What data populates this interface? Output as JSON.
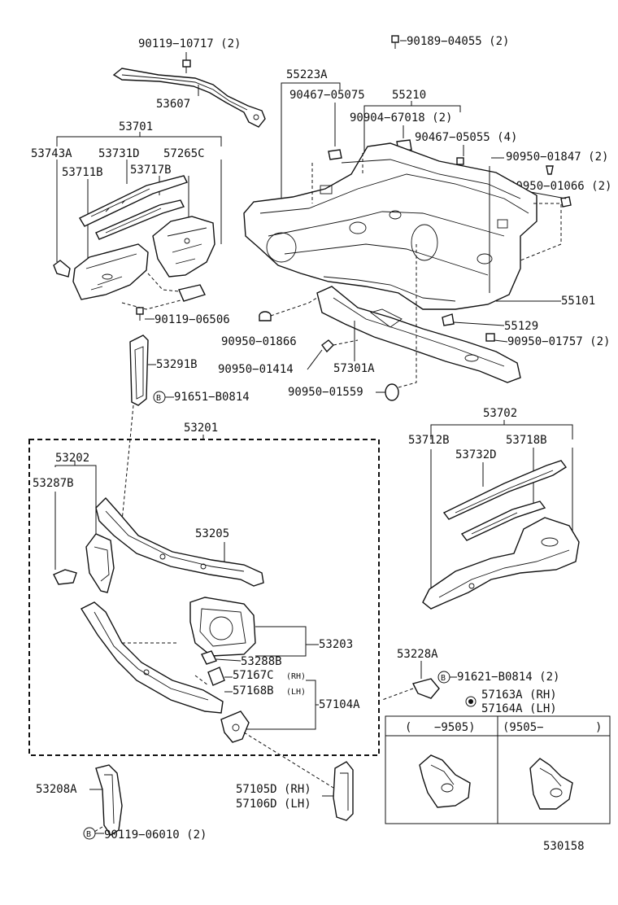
{
  "diagram_id": "530158",
  "labels": {
    "l_90119_10717": "90119−10717 (2)",
    "l_53607": "53607",
    "l_53701": "53701",
    "l_53743A": "53743A",
    "l_53731D": "53731D",
    "l_57265C": "57265C",
    "l_53711B": "53711B",
    "l_53717B": "53717B",
    "l_90119_06506": "90119−06506",
    "l_53291B": "53291B",
    "l_91651_B0814": "91651−B0814",
    "l_90189_04055": "90189−04055 (2)",
    "l_55223A": "55223A",
    "l_90467_05075": "90467−05075",
    "l_55210": "55210",
    "l_90904_67018": "90904−67018 (2)",
    "l_90467_05055": "90467−05055 (4)",
    "l_90950_01847": "90950−01847 (2)",
    "l_90950_01066": "90950−01066 (2)",
    "l_55101": "55101",
    "l_55129": "55129",
    "l_90950_01866": "90950−01866",
    "l_90950_01757": "90950−01757 (2)",
    "l_90950_01414": "90950−01414",
    "l_57301A": "57301A",
    "l_90950_01559": "90950−01559",
    "l_53201": "53201",
    "l_53202": "53202",
    "l_53287B": "53287B",
    "l_53205": "53205",
    "l_53203": "53203",
    "l_53288B": "53288B",
    "l_57167C": "57167C",
    "l_57167C_rh": "(RH)",
    "l_57168B": "57168B",
    "l_57168B_lh": "(LH)",
    "l_57104A": "57104A",
    "l_53702": "53702",
    "l_53712B": "53712B",
    "l_53718B": "53718B",
    "l_53732D": "53732D",
    "l_53228A": "53228A",
    "l_91621_B0814": "91621−B0814 (2)",
    "l_57163A": "57163A (RH)",
    "l_57164A": "57164A (LH)",
    "l_53208A": "53208A",
    "l_90119_06010": "90119−06010 (2)",
    "l_57105D": "57105D (RH)",
    "l_57106D": "57106D (LH)"
  },
  "table": {
    "col1_paren": "(",
    "col1_value": "−9505)",
    "col2_value": "(9505−",
    "col2_paren": ")"
  },
  "markers": {
    "b": "B"
  }
}
